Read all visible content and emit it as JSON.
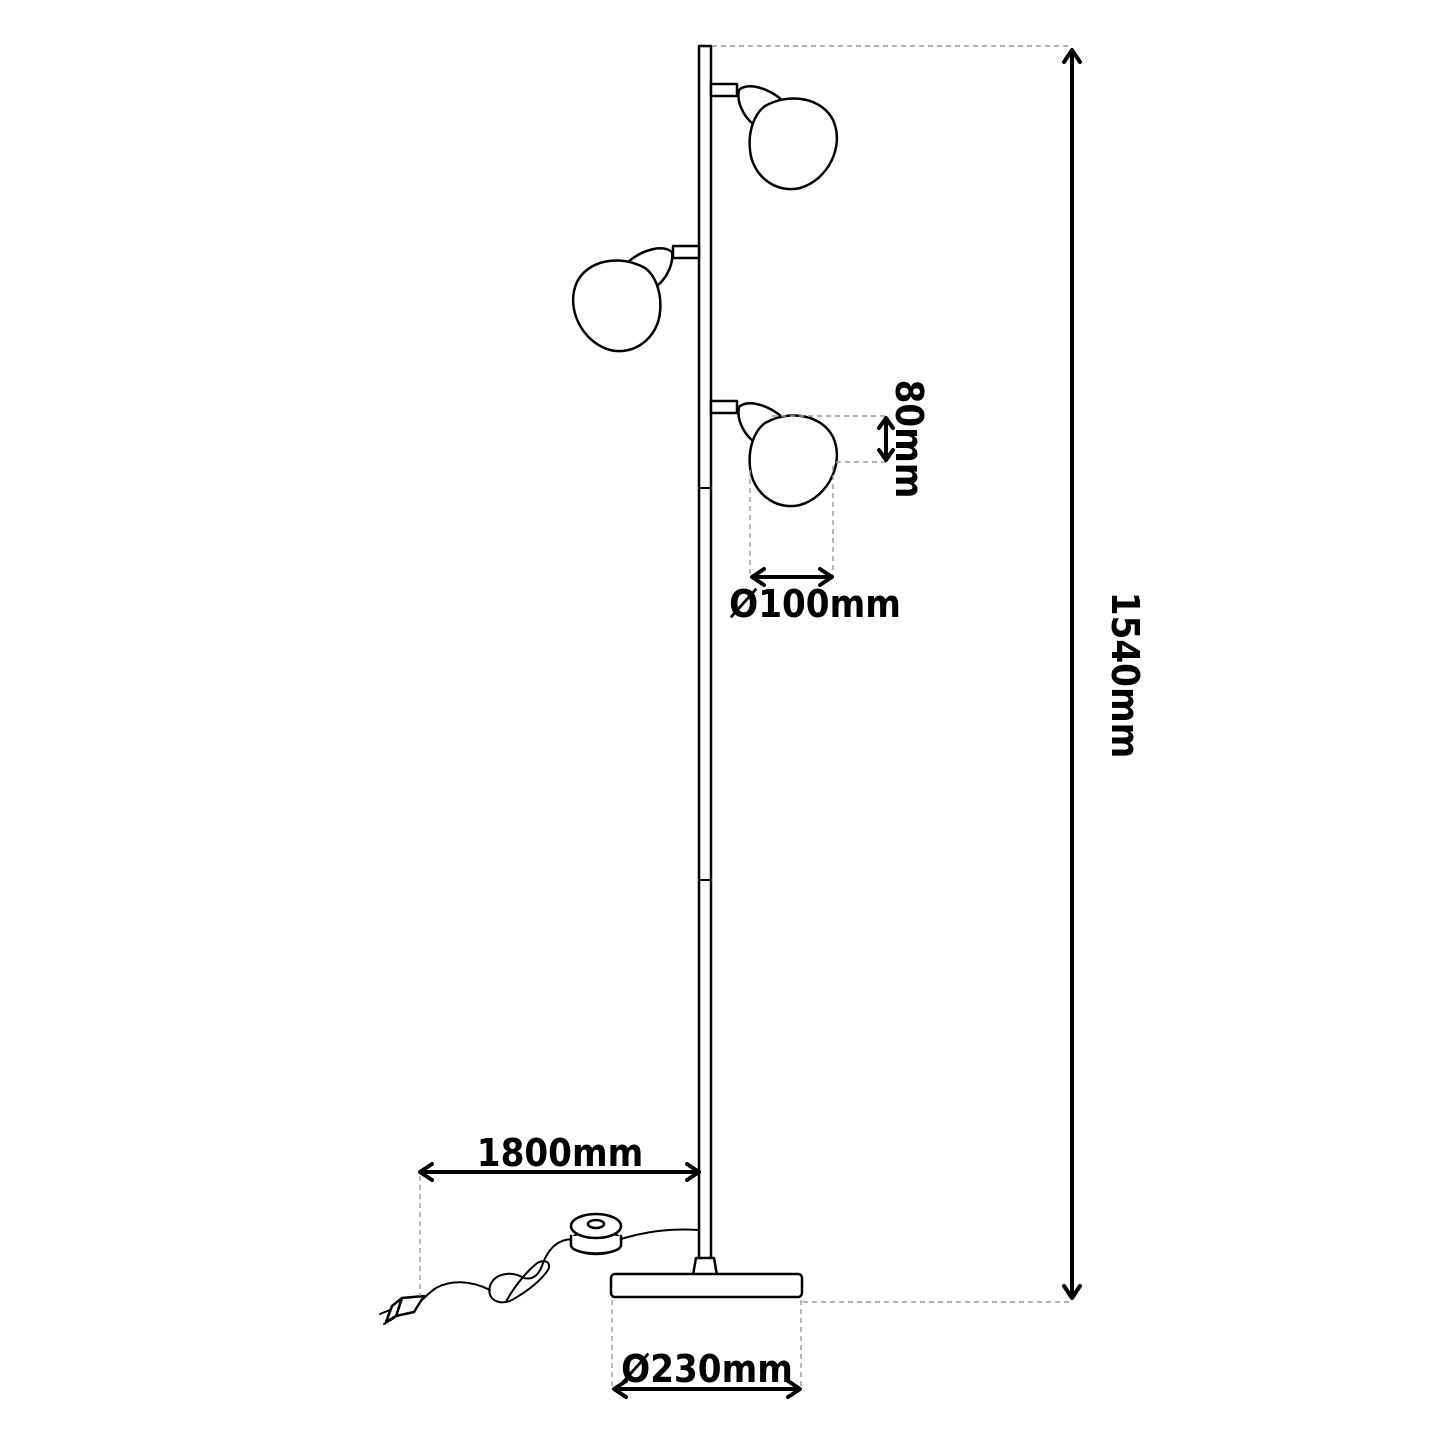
{
  "diagram": {
    "dimensions": {
      "total_height": "1540mm",
      "cable_length": "1800mm",
      "base_diameter": "Ø230mm",
      "shade_diameter": "Ø100mm",
      "shade_height": "80mm"
    },
    "icons": {
      "lamp": "floor-lamp-icon",
      "shade": "lamp-shade-icon",
      "switch": "foot-switch-icon",
      "plug": "euro-plug-icon"
    }
  }
}
